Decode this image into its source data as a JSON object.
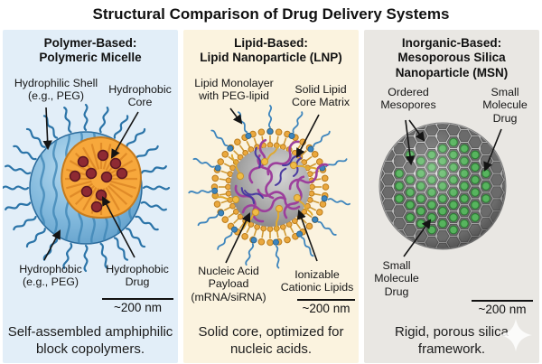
{
  "title": "Structural Comparison of Drug Delivery Systems",
  "panels": [
    {
      "name": "polymeric-micelle",
      "header": "Polymer-Based:\nPolymeric Micelle",
      "labels": [
        {
          "name": "hydrophilic-shell",
          "text": "Hydrophilic Shell\n(e.g., PEG)"
        },
        {
          "name": "hydrophobic-core",
          "text": "Hydrophobic\nCore"
        },
        {
          "name": "hydrophobic-peg",
          "text": "Hydrophobic\n(e.g., PEG)"
        },
        {
          "name": "hydrophobic-drug",
          "text": "Hydrophobic\nDrug"
        }
      ],
      "scale_bar": "~200 nm",
      "caption": "Self-assembled amphiphilic\nblock copolymers."
    },
    {
      "name": "lipid-nanoparticle",
      "header": "Lipid-Based:\nLipid Nanoparticle (LNP)",
      "labels": [
        {
          "name": "lipid-monolayer",
          "text": "Lipid Monolayer\nwith PEG-lipid"
        },
        {
          "name": "solid-lipid-core",
          "text": "Solid Lipid\nCore Matrix"
        },
        {
          "name": "nucleic-acid-payload",
          "text": "Nucleic Acid\nPayload\n(mRNA/siRNA)"
        },
        {
          "name": "ionizable-cationic-lipids",
          "text": "Ionizable\nCationic Lipids"
        }
      ],
      "scale_bar": "~200 nm",
      "caption": "Solid core, optimized for\nnucleic acids."
    },
    {
      "name": "mesoporous-silica-nanoparticle",
      "header": "Inorganic-Based:\nMesoporous Silica\nNanoparticle (MSN)",
      "labels": [
        {
          "name": "ordered-mesopores",
          "text": "Ordered\nMesopores"
        },
        {
          "name": "small-molecule-drug-top",
          "text": "Small\nMolecule\nDrug"
        },
        {
          "name": "small-molecule-drug-bottom",
          "text": "Small\nMolecule\nDrug"
        }
      ],
      "scale_bar": "~200 nm",
      "caption": "Rigid, porous silica\nframework."
    }
  ],
  "icons": {
    "watermark": "sparkle-icon"
  },
  "colors": {
    "panel_polymer_bg": "#e2eef8",
    "panel_lipid_bg": "#fbf3df",
    "panel_inorganic_bg": "#e9e7e3",
    "micelle_sphere_blue": "#7fb4d9",
    "micelle_chain_blue": "#2b74a8",
    "micelle_core_orange": "#f7a83c",
    "drug_red": "#8e2a33",
    "lipid_bead_gold": "#eaa83e",
    "peg_blue": "#3d85bd",
    "mrna_purple": "#9c3f9c",
    "lnp_core_gray": "#a8a8a8",
    "msn_silica_gray": "#bdbdbd",
    "msn_drug_green": "#57b45e",
    "arrow_black": "#141414",
    "text": "#1a1a1a"
  }
}
